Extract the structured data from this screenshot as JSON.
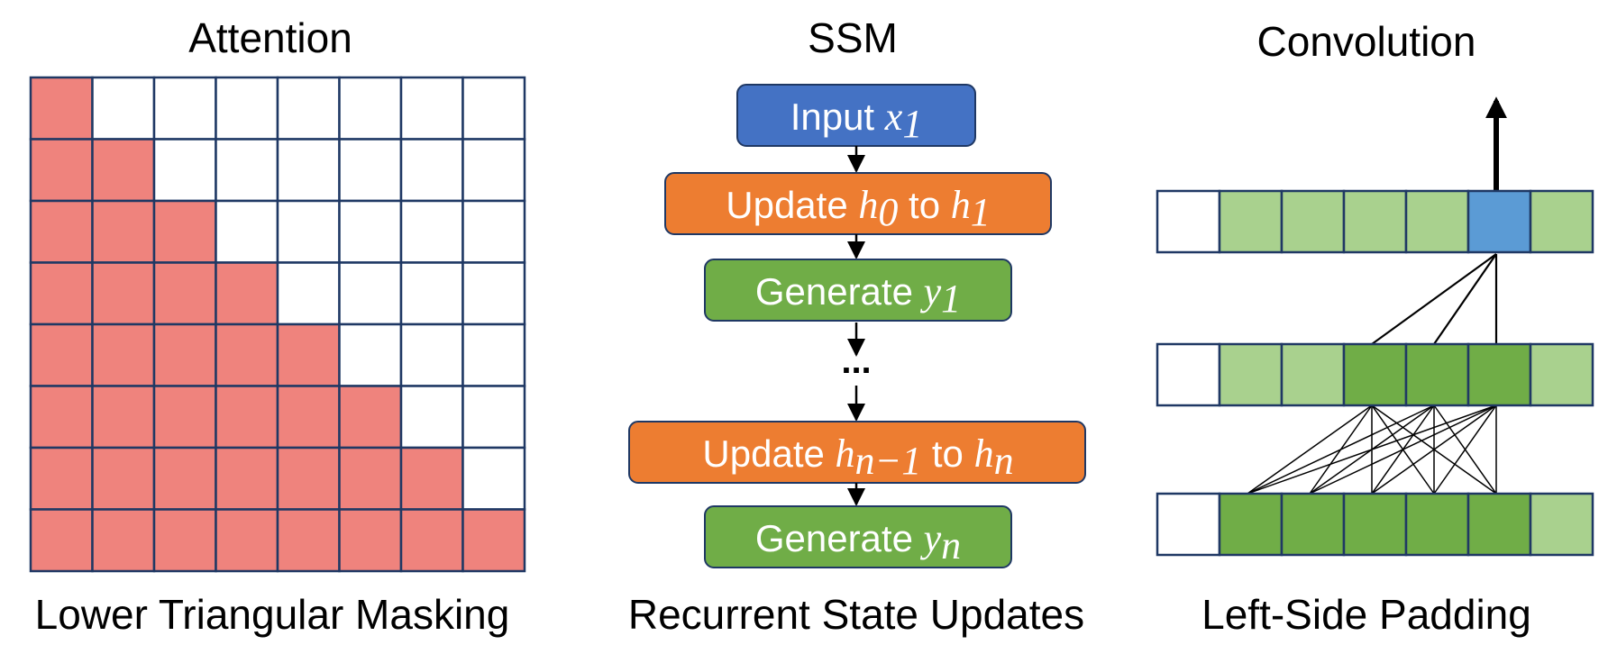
{
  "panels": {
    "attention": {
      "title": "Attention",
      "caption": "Lower Triangular Masking",
      "grid_size": 8,
      "masked_color": "#EF837D",
      "unmasked_color": "#FFFFFF",
      "line_color": "#1F3864"
    },
    "ssm": {
      "title": "SSM",
      "caption": "Recurrent State Updates",
      "ellipsis": "...",
      "boxes": [
        {
          "prefix": "Input ",
          "math": "x",
          "sub": "1",
          "mid": "",
          "math2": "",
          "sub2": "",
          "color": "#4472C4"
        },
        {
          "prefix": "Update ",
          "math": "h",
          "sub": "0",
          "mid": " to ",
          "math2": "h",
          "sub2": "1",
          "color": "#ED7D31"
        },
        {
          "prefix": "Generate ",
          "math": "y",
          "sub": "1",
          "mid": "",
          "math2": "",
          "sub2": "",
          "color": "#70AD47"
        },
        {
          "prefix": "Update ",
          "math": "h",
          "sub": "n−1",
          "mid": " to ",
          "math2": "h",
          "sub2": "n",
          "color": "#ED7D31"
        },
        {
          "prefix": "Generate ",
          "math": "y",
          "sub": "n",
          "mid": "",
          "math2": "",
          "sub2": "",
          "color": "#70AD47"
        }
      ]
    },
    "convolution": {
      "title": "Convolution",
      "caption": "Left-Side Padding",
      "rows": [
        {
          "cells": [
            "padding",
            "light",
            "light",
            "light",
            "light",
            "output",
            "light"
          ]
        },
        {
          "cells": [
            "padding",
            "light",
            "light",
            "dark",
            "dark",
            "dark",
            "light"
          ]
        },
        {
          "cells": [
            "padding",
            "dark",
            "dark",
            "dark",
            "dark",
            "dark",
            "light"
          ]
        }
      ],
      "colors": {
        "padding": "#FFFFFF",
        "light": "#A9D18E",
        "dark": "#70AD47",
        "output": "#5B9BD5",
        "border": "#1F3864"
      }
    }
  }
}
